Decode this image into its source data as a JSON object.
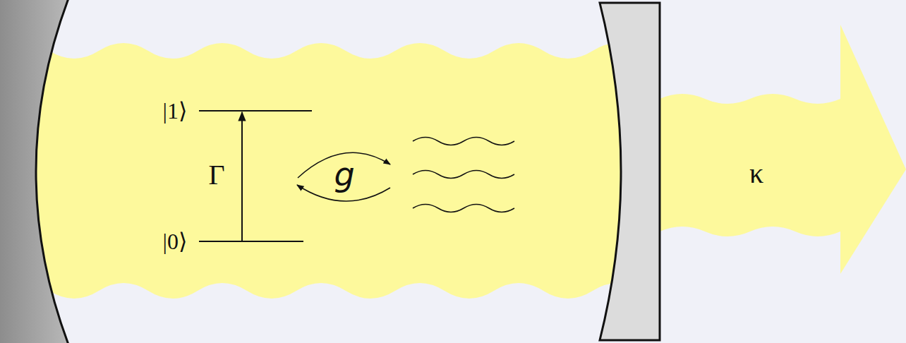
{
  "diagram": {
    "labels": [
      "|1⟩",
      "|0⟩",
      "Γ",
      "g",
      "κ"
    ]
  }
}
